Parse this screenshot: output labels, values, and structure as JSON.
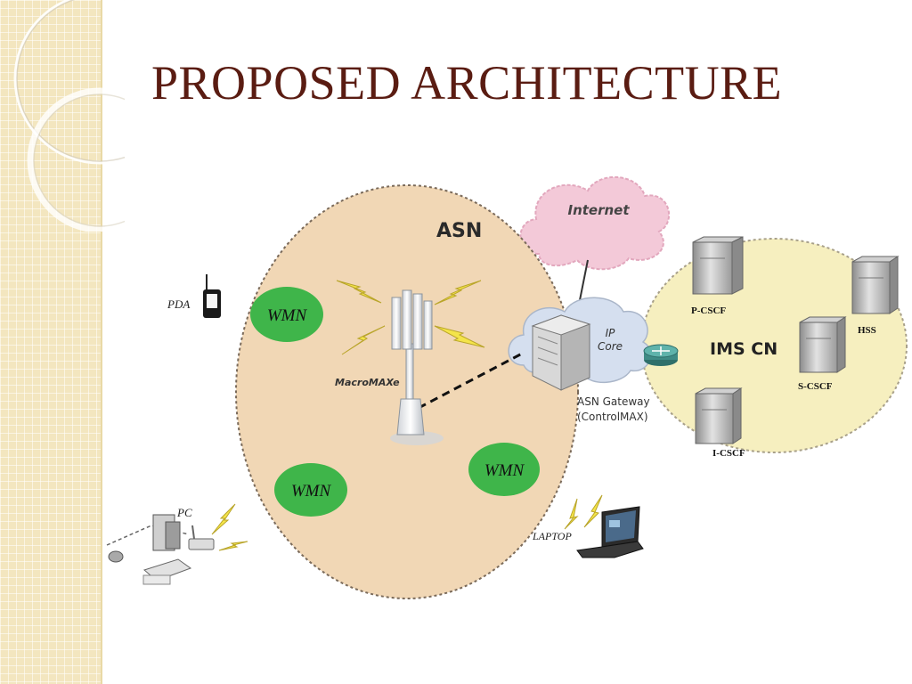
{
  "slide": {
    "title": "PROPOSED ARCHITECTURE"
  },
  "diagram": {
    "asn_label": "ASN",
    "internet_label": "Internet",
    "ip_core_label_line1": "IP",
    "ip_core_label_line2": "Core",
    "macro_label": "MacroMAXe",
    "gateway_label_line1": "ASN Gateway",
    "gateway_label_line2": "(ControlMAX)",
    "wmn_labels": [
      "WMN",
      "WMN",
      "WMN"
    ],
    "devices": {
      "pda": "PDA",
      "pc": "PC",
      "laptop": "LAPTOP"
    },
    "ims": {
      "label": "IMS CN",
      "p_cscf": "P-CSCF",
      "hss": "HSS",
      "s_cscf": "S-CSCF",
      "i_cscf": "I-CSCF"
    }
  },
  "colors": {
    "title": "#5a1c12",
    "asn_fill": "#f1d7b5",
    "ims_fill": "#f6efbf",
    "wmn_fill": "#3fb54a",
    "cloud_internet": "#f3c9d8",
    "cloud_ip": "#d5dfef",
    "lightning": "#f4e44a"
  }
}
